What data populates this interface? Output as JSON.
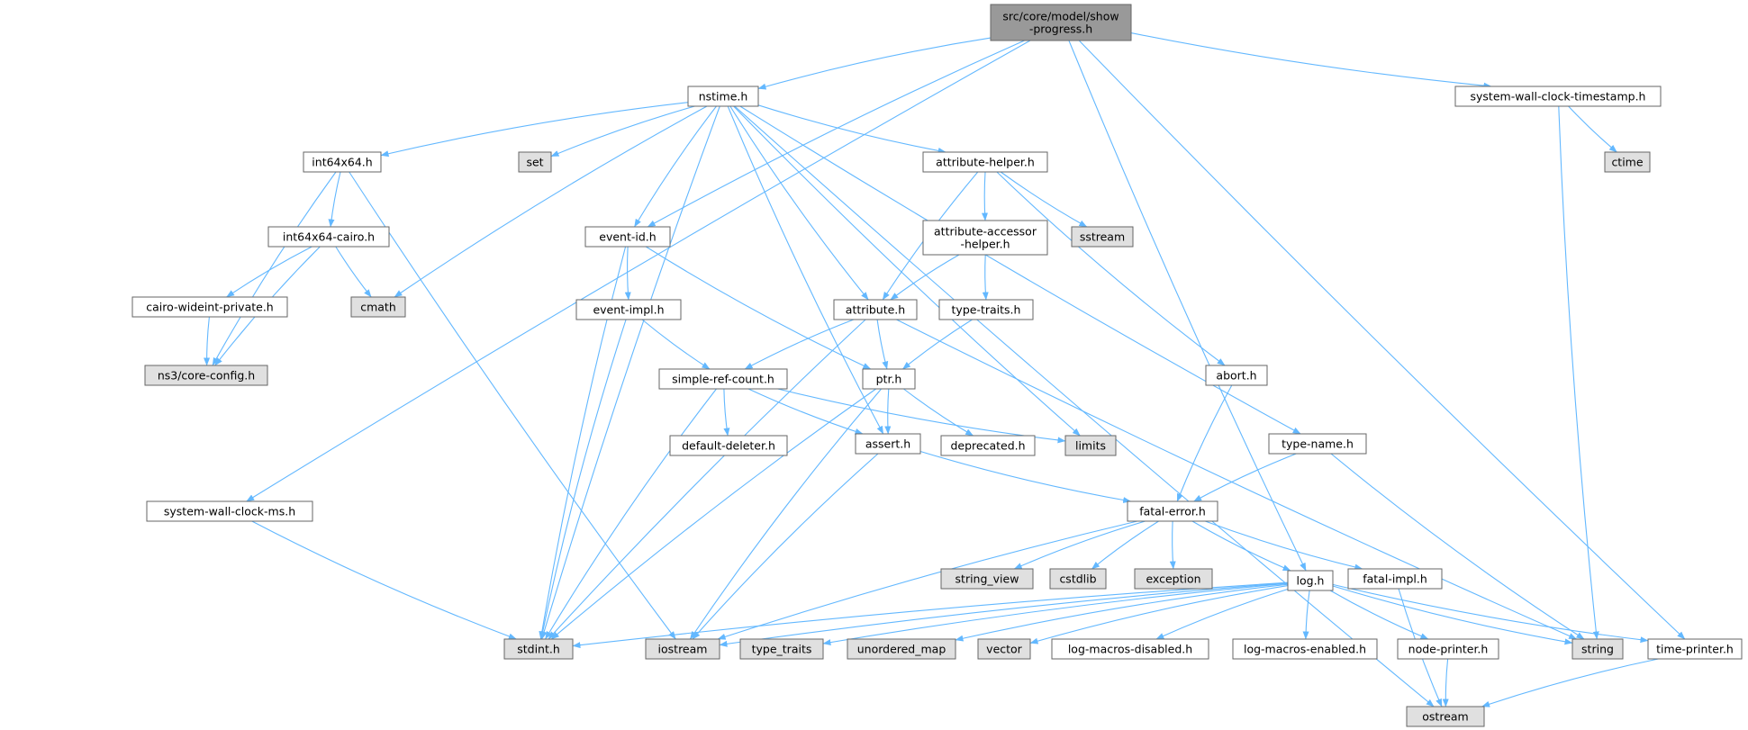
{
  "colors": {
    "edge": "#63b8ff",
    "node_border": "#666666",
    "root_fill": "#999999",
    "internal_fill": "#ffffff",
    "system_fill": "#e0e0e0"
  },
  "nodes": [
    {
      "id": "show_progress",
      "lines": [
        "src/core/model/show",
        "-progress.h"
      ],
      "kind": "root"
    },
    {
      "id": "nstime",
      "lines": [
        "nstime.h"
      ],
      "kind": "internal"
    },
    {
      "id": "swc_timestamp",
      "lines": [
        "system-wall-clock-timestamp.h"
      ],
      "kind": "internal"
    },
    {
      "id": "int64x64",
      "lines": [
        "int64x64.h"
      ],
      "kind": "internal"
    },
    {
      "id": "set",
      "lines": [
        "set"
      ],
      "kind": "system"
    },
    {
      "id": "attribute_helper",
      "lines": [
        "attribute-helper.h"
      ],
      "kind": "internal"
    },
    {
      "id": "ctime",
      "lines": [
        "ctime"
      ],
      "kind": "system"
    },
    {
      "id": "int64x64_cairo",
      "lines": [
        "int64x64-cairo.h"
      ],
      "kind": "internal"
    },
    {
      "id": "event_id",
      "lines": [
        "event-id.h"
      ],
      "kind": "internal"
    },
    {
      "id": "attr_accessor",
      "lines": [
        "attribute-accessor",
        "-helper.h"
      ],
      "kind": "internal"
    },
    {
      "id": "sstream",
      "lines": [
        "sstream"
      ],
      "kind": "system"
    },
    {
      "id": "cairo_wideint",
      "lines": [
        "cairo-wideint-private.h"
      ],
      "kind": "internal"
    },
    {
      "id": "cmath",
      "lines": [
        "cmath"
      ],
      "kind": "system"
    },
    {
      "id": "event_impl",
      "lines": [
        "event-impl.h"
      ],
      "kind": "internal"
    },
    {
      "id": "type_traits_h",
      "lines": [
        "type-traits.h"
      ],
      "kind": "internal"
    },
    {
      "id": "attribute",
      "lines": [
        "attribute.h"
      ],
      "kind": "internal"
    },
    {
      "id": "core_config",
      "lines": [
        "ns3/core-config.h"
      ],
      "kind": "system"
    },
    {
      "id": "simple_ref",
      "lines": [
        "simple-ref-count.h"
      ],
      "kind": "internal"
    },
    {
      "id": "ptr",
      "lines": [
        "ptr.h"
      ],
      "kind": "internal"
    },
    {
      "id": "abort",
      "lines": [
        "abort.h"
      ],
      "kind": "internal"
    },
    {
      "id": "default_deleter",
      "lines": [
        "default-deleter.h"
      ],
      "kind": "internal"
    },
    {
      "id": "assert",
      "lines": [
        "assert.h"
      ],
      "kind": "internal"
    },
    {
      "id": "deprecated",
      "lines": [
        "deprecated.h"
      ],
      "kind": "internal"
    },
    {
      "id": "limits",
      "lines": [
        "limits"
      ],
      "kind": "system"
    },
    {
      "id": "type_name",
      "lines": [
        "type-name.h"
      ],
      "kind": "internal"
    },
    {
      "id": "swc_ms",
      "lines": [
        "system-wall-clock-ms.h"
      ],
      "kind": "internal"
    },
    {
      "id": "fatal_error",
      "lines": [
        "fatal-error.h"
      ],
      "kind": "internal"
    },
    {
      "id": "string_view",
      "lines": [
        "string_view"
      ],
      "kind": "system"
    },
    {
      "id": "cstdlib",
      "lines": [
        "cstdlib"
      ],
      "kind": "system"
    },
    {
      "id": "exception",
      "lines": [
        "exception"
      ],
      "kind": "system"
    },
    {
      "id": "log",
      "lines": [
        "log.h"
      ],
      "kind": "internal"
    },
    {
      "id": "fatal_impl",
      "lines": [
        "fatal-impl.h"
      ],
      "kind": "internal"
    },
    {
      "id": "stdint",
      "lines": [
        "stdint.h"
      ],
      "kind": "system"
    },
    {
      "id": "iostream",
      "lines": [
        "iostream"
      ],
      "kind": "system"
    },
    {
      "id": "type_traits",
      "lines": [
        "type_traits"
      ],
      "kind": "system"
    },
    {
      "id": "unordered_map",
      "lines": [
        "unordered_map"
      ],
      "kind": "system"
    },
    {
      "id": "vector",
      "lines": [
        "vector"
      ],
      "kind": "system"
    },
    {
      "id": "log_disabled",
      "lines": [
        "log-macros-disabled.h"
      ],
      "kind": "internal"
    },
    {
      "id": "log_enabled",
      "lines": [
        "log-macros-enabled.h"
      ],
      "kind": "internal"
    },
    {
      "id": "node_printer",
      "lines": [
        "node-printer.h"
      ],
      "kind": "internal"
    },
    {
      "id": "string",
      "lines": [
        "string"
      ],
      "kind": "system"
    },
    {
      "id": "time_printer",
      "lines": [
        "time-printer.h"
      ],
      "kind": "internal"
    },
    {
      "id": "ostream",
      "lines": [
        "ostream"
      ],
      "kind": "system"
    }
  ],
  "edges": [
    [
      "show_progress",
      "nstime"
    ],
    [
      "show_progress",
      "swc_timestamp"
    ],
    [
      "show_progress",
      "event_id"
    ],
    [
      "show_progress",
      "swc_ms"
    ],
    [
      "show_progress",
      "time_printer"
    ],
    [
      "show_progress",
      "log"
    ],
    [
      "nstime",
      "int64x64"
    ],
    [
      "nstime",
      "set"
    ],
    [
      "nstime",
      "attribute_helper"
    ],
    [
      "nstime",
      "event_id"
    ],
    [
      "nstime",
      "attribute"
    ],
    [
      "nstime",
      "assert"
    ],
    [
      "nstime",
      "cmath"
    ],
    [
      "nstime",
      "limits"
    ],
    [
      "nstime",
      "type_name"
    ],
    [
      "nstime",
      "stdint"
    ],
    [
      "nstime",
      "ostream"
    ],
    [
      "swc_timestamp",
      "ctime"
    ],
    [
      "swc_timestamp",
      "string"
    ],
    [
      "int64x64",
      "int64x64_cairo"
    ],
    [
      "int64x64",
      "core_config"
    ],
    [
      "int64x64",
      "iostream"
    ],
    [
      "int64x64_cairo",
      "cairo_wideint"
    ],
    [
      "int64x64_cairo",
      "cmath"
    ],
    [
      "int64x64_cairo",
      "core_config"
    ],
    [
      "cairo_wideint",
      "core_config"
    ],
    [
      "attribute_helper",
      "attr_accessor"
    ],
    [
      "attribute_helper",
      "sstream"
    ],
    [
      "attribute_helper",
      "attribute"
    ],
    [
      "attribute_helper",
      "abort"
    ],
    [
      "attr_accessor",
      "attribute"
    ],
    [
      "attr_accessor",
      "type_traits_h"
    ],
    [
      "type_traits_h",
      "ptr"
    ],
    [
      "event_id",
      "event_impl"
    ],
    [
      "event_id",
      "ptr"
    ],
    [
      "event_id",
      "stdint"
    ],
    [
      "event_impl",
      "simple_ref"
    ],
    [
      "event_impl",
      "stdint"
    ],
    [
      "attribute",
      "simple_ref"
    ],
    [
      "attribute",
      "ptr"
    ],
    [
      "attribute",
      "stdint"
    ],
    [
      "attribute",
      "string"
    ],
    [
      "simple_ref",
      "default_deleter"
    ],
    [
      "simple_ref",
      "assert"
    ],
    [
      "simple_ref",
      "limits"
    ],
    [
      "simple_ref",
      "stdint"
    ],
    [
      "ptr",
      "assert"
    ],
    [
      "ptr",
      "deprecated"
    ],
    [
      "ptr",
      "iostream"
    ],
    [
      "ptr",
      "stdint"
    ],
    [
      "assert",
      "fatal_error"
    ],
    [
      "assert",
      "iostream"
    ],
    [
      "abort",
      "fatal_error"
    ],
    [
      "type_name",
      "fatal_error"
    ],
    [
      "type_name",
      "string"
    ],
    [
      "swc_ms",
      "stdint"
    ],
    [
      "fatal_error",
      "string_view"
    ],
    [
      "fatal_error",
      "cstdlib"
    ],
    [
      "fatal_error",
      "exception"
    ],
    [
      "fatal_error",
      "log"
    ],
    [
      "fatal_error",
      "fatal_impl"
    ],
    [
      "fatal_error",
      "iostream"
    ],
    [
      "fatal_impl",
      "ostream"
    ],
    [
      "log",
      "stdint"
    ],
    [
      "log",
      "iostream"
    ],
    [
      "log",
      "type_traits"
    ],
    [
      "log",
      "unordered_map"
    ],
    [
      "log",
      "vector"
    ],
    [
      "log",
      "log_disabled"
    ],
    [
      "log",
      "log_enabled"
    ],
    [
      "log",
      "node_printer"
    ],
    [
      "log",
      "string"
    ],
    [
      "log",
      "time_printer"
    ],
    [
      "node_printer",
      "ostream"
    ],
    [
      "time_printer",
      "ostream"
    ]
  ]
}
